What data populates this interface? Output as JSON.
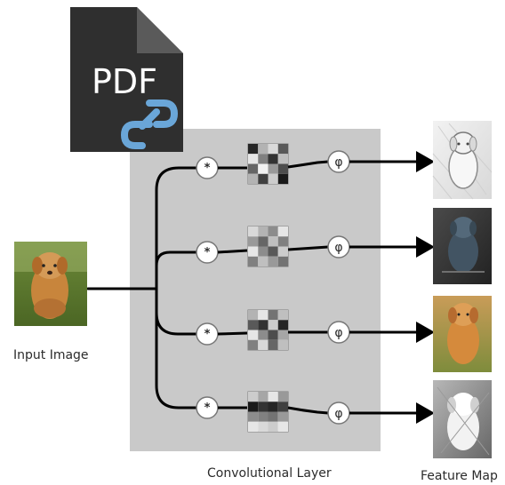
{
  "app_icon": {
    "icon": "pdf-link-icon",
    "text": "PDF",
    "colors": {
      "body": "#2f2f2f",
      "fold": "#5a5a5a",
      "link": "#6aa6d8"
    }
  },
  "diagram": {
    "input_label": "Input Image",
    "layer_label": "Convolutional Layer",
    "output_label": "Feature Map",
    "conv_symbol": "*",
    "activation_symbol": "φ",
    "colors": {
      "layer_panel": "#c9c9c9",
      "line": "#000000",
      "node_fill": "#ffffff"
    },
    "branches": [
      {
        "kernel": [
          [
            0.15,
            0.7,
            0.85,
            0.35
          ],
          [
            0.9,
            0.5,
            0.2,
            0.75
          ],
          [
            0.4,
            0.95,
            0.6,
            0.3
          ],
          [
            0.7,
            0.25,
            0.8,
            0.1
          ]
        ]
      },
      {
        "kernel": [
          [
            0.85,
            0.7,
            0.55,
            0.9
          ],
          [
            0.6,
            0.4,
            0.75,
            0.5
          ],
          [
            0.9,
            0.55,
            0.35,
            0.8
          ],
          [
            0.5,
            0.75,
            0.6,
            0.45
          ]
        ]
      },
      {
        "kernel": [
          [
            0.7,
            0.9,
            0.45,
            0.75
          ],
          [
            0.35,
            0.2,
            0.8,
            0.15
          ],
          [
            0.9,
            0.55,
            0.3,
            0.65
          ],
          [
            0.5,
            0.85,
            0.4,
            0.75
          ]
        ]
      },
      {
        "kernel": [
          [
            0.8,
            0.65,
            0.9,
            0.6
          ],
          [
            0.1,
            0.2,
            0.15,
            0.25
          ],
          [
            0.55,
            0.5,
            0.45,
            0.6
          ],
          [
            0.9,
            0.85,
            0.8,
            0.9
          ]
        ]
      }
    ]
  }
}
